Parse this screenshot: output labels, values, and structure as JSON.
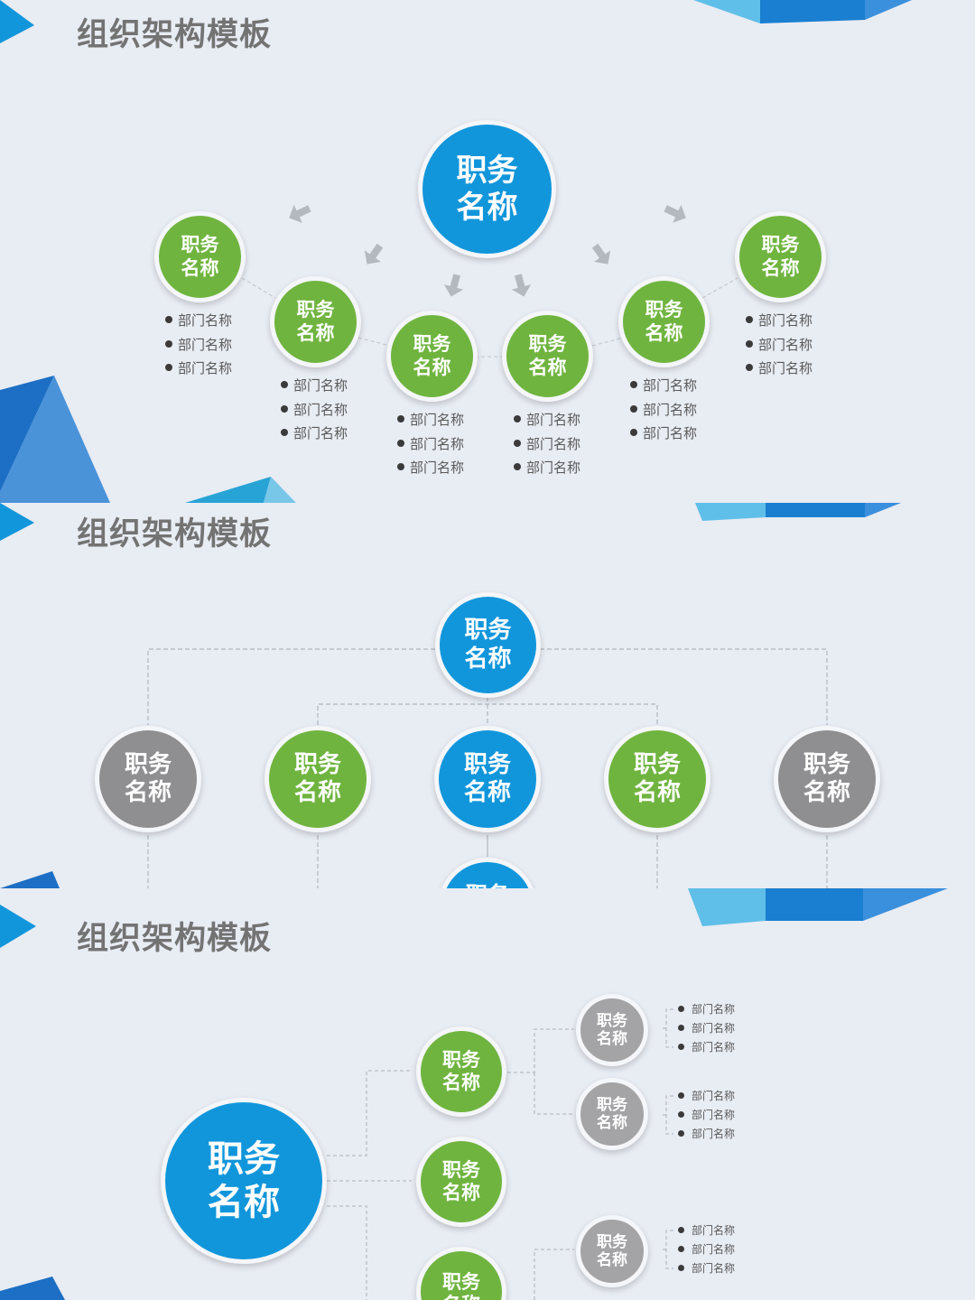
{
  "slides": [
    {
      "title": "组织架构模板",
      "top_node": "职务\n名称",
      "nodes": [
        {
          "label": "职务\n名称",
          "depts": [
            "部门名称",
            "部门名称",
            "部门名称"
          ]
        },
        {
          "label": "职务\n名称",
          "depts": [
            "部门名称",
            "部门名称",
            "部门名称"
          ]
        },
        {
          "label": "职务\n名称",
          "depts": [
            "部门名称",
            "部门名称",
            "部门名称"
          ]
        },
        {
          "label": "职务\n名称",
          "depts": [
            "部门名称",
            "部门名称",
            "部门名称"
          ]
        },
        {
          "label": "职务\n名称",
          "depts": [
            "部门名称",
            "部门名称",
            "部门名称"
          ]
        },
        {
          "label": "职务\n名称",
          "depts": [
            "部门名称",
            "部门名称",
            "部门名称"
          ]
        }
      ]
    },
    {
      "title": "组织架构模板",
      "top_node": "职务\n名称",
      "nodes": [
        "职务\n名称",
        "职务\n名称",
        "职务\n名称",
        "职务\n名称",
        "职务\n名称"
      ],
      "bottom_partial": "职务"
    },
    {
      "title": "组织架构模板",
      "root": "职务\n名称",
      "level2": [
        "职务\n名称",
        "职务\n名称",
        "职务\n名称"
      ],
      "level3": [
        {
          "label": "职务\n名称",
          "depts": [
            "部门名称",
            "部门名称",
            "部门名称"
          ]
        },
        {
          "label": "职务\n名称",
          "depts": [
            "部门名称",
            "部门名称",
            "部门名称"
          ]
        },
        {
          "label": "职务\n名称",
          "depts": [
            "部门名称",
            "部门名称",
            "部门名称"
          ]
        }
      ]
    }
  ],
  "colors": {
    "green": "#6fb43f",
    "blue": "#1296db",
    "gray": "#8f8e90",
    "light_gray": "#a4a4a6",
    "title": "#737373",
    "background": "#e8ecf3"
  },
  "icons": [
    "triangle-bullet-icon",
    "arrow-icon",
    "bullet-dot-icon"
  ]
}
